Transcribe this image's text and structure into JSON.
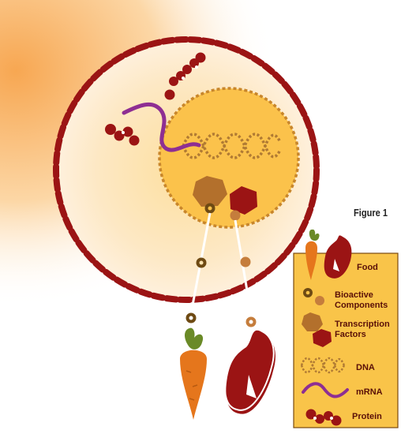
{
  "figure": {
    "title": "Figure 1"
  },
  "legend": {
    "items": [
      {
        "label": "Food",
        "icon": "food-icon"
      },
      {
        "label_lines": [
          "Bioactive",
          "Components"
        ],
        "icon": "bioactive-component-icon"
      },
      {
        "label_lines": [
          "Transcription",
          "Factors"
        ],
        "icon": "transcription-factor-icon"
      },
      {
        "label": "DNA",
        "icon": "dna-icon"
      },
      {
        "label": "mRNA",
        "icon": "mrna-icon"
      },
      {
        "label": "Protein",
        "icon": "protein-icon"
      }
    ]
  },
  "colors": {
    "cell_membrane": "#9b1414",
    "cytoplasm": "#fde4b0",
    "nucleus": "#fbc24b",
    "nucleus_border": "#c8862b",
    "dna": "#b07a33",
    "mrna": "#8e2e93",
    "protein": "#9b1414",
    "transcription_factor_brown": "#b3702c",
    "transcription_factor_red": "#9b1414",
    "carrot_body": "#e5761c",
    "carrot_top": "#6a8a27",
    "meat": "#9b1414",
    "legend_background": "#f9c449",
    "background_gradient": "#f7a752"
  }
}
